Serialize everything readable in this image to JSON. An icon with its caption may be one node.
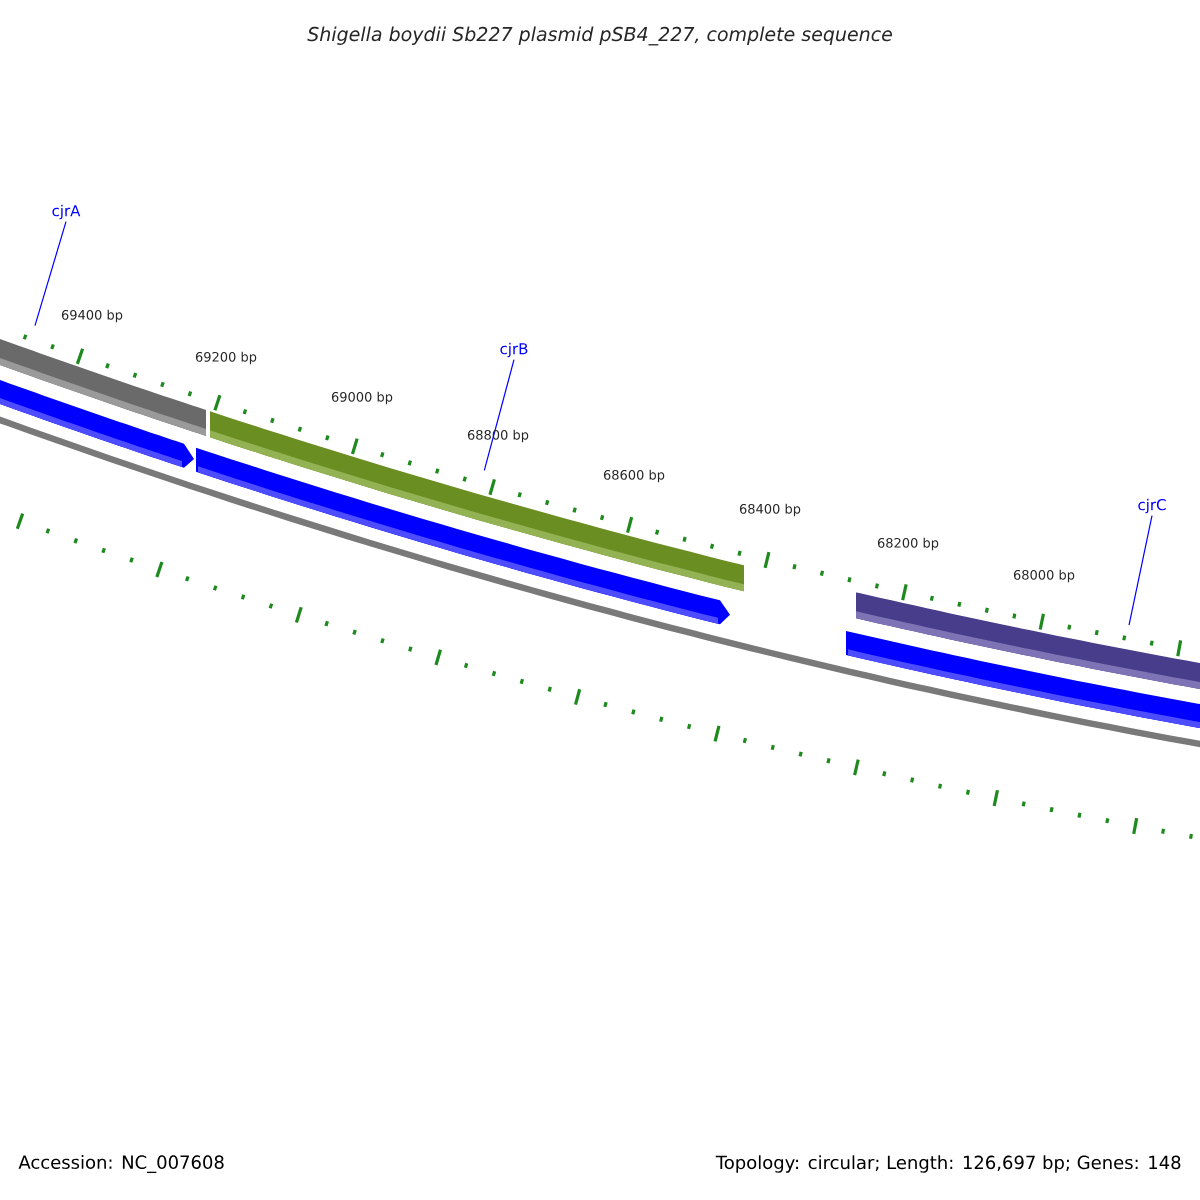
{
  "diagram": {
    "title": "Shigella boydii Sb227 plasmid pSB4_227, complete sequence",
    "nodes": [
      {
        "text": [
          "cjrA"
        ]
      },
      {
        "text": [
          "cjrB"
        ]
      },
      {
        "text": [
          "cjrC"
        ]
      },
      {
        "text": [],
        "shape": "bar"
      },
      {
        "text": [],
        "shape": "bar"
      },
      {
        "text": [],
        "shape": "bar"
      }
    ],
    "edges": [
      {
        "from": 0,
        "to": 3,
        "arrow": "none"
      },
      {
        "from": 1,
        "to": 4,
        "arrow": "none"
      },
      {
        "from": 2,
        "to": 5,
        "arrow": "none"
      }
    ],
    "labels": [
      "69400 bp",
      "69200 bp",
      "69000 bp",
      "68800 bp",
      "68600 bp",
      "68400 bp",
      "68200 bp",
      "68000 bp",
      "Accession: NC_007608",
      "Topology: circular; Length: 126,697 bp; Genes: 148"
    ]
  }
}
